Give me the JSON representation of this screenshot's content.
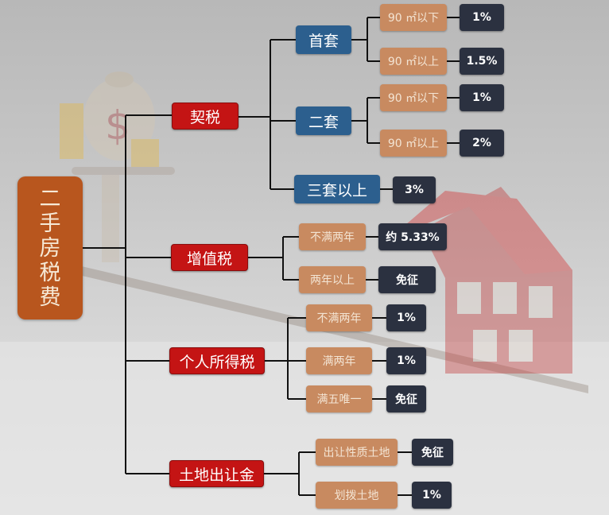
{
  "root": {
    "label": "二手房税费"
  },
  "deed_tax": {
    "label": "契税",
    "first_home": {
      "label": "首套",
      "under_90": {
        "label": "90 ㎡以下",
        "rate": "1%"
      },
      "over_90": {
        "label": "90 ㎡以上",
        "rate": "1.5%"
      }
    },
    "second_home": {
      "label": "二套",
      "under_90": {
        "label": "90 ㎡以下",
        "rate": "1%"
      },
      "over_90": {
        "label": "90 ㎡以上",
        "rate": "2%"
      }
    },
    "third_plus": {
      "label": "三套以上",
      "rate": "3%"
    }
  },
  "vat": {
    "label": "增值税",
    "under_2y": {
      "label": "不满两年",
      "rate": "约 5.33%"
    },
    "over_2y": {
      "label": "两年以上",
      "rate": "免征"
    }
  },
  "income_tax": {
    "label": "个人所得税",
    "under_2y": {
      "label": "不满两年",
      "rate": "1%"
    },
    "full_2y": {
      "label": "满两年",
      "rate": "1%"
    },
    "full_5y_only": {
      "label": "满五唯一",
      "rate": "免征"
    }
  },
  "land_fee": {
    "label": "土地出让金",
    "transfer": {
      "label": "出让性质土地",
      "rate": "免征"
    },
    "allocated": {
      "label": "划拨土地",
      "rate": "1%"
    }
  },
  "colors": {
    "root": "#b8561e",
    "category": "#c41414",
    "sub_blue": "#2c5f8e",
    "sub_tan": "#c88a60",
    "value_dark": "#2b3140",
    "connector": "#111111"
  }
}
